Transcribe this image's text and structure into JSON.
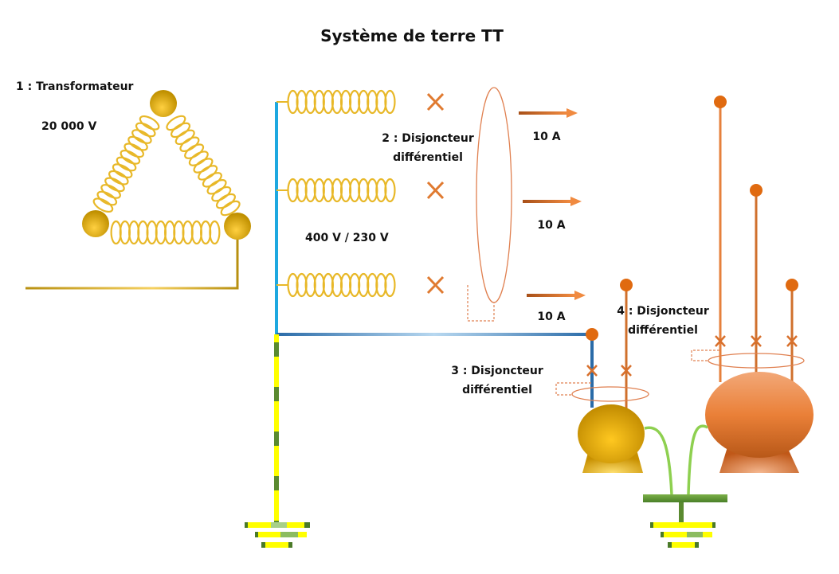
{
  "title": "Système de terre TT",
  "labels": {
    "transformer": "1 : Transformateur",
    "primary_voltage": "20 000 V",
    "secondary_voltage": "400 V / 230 V",
    "breaker2_line1": "2 : Disjoncteur",
    "breaker2_line2": "différentiel",
    "breaker3_line1": "3 : Disjoncteur",
    "breaker3_line2": "différentiel",
    "breaker4_line1": "4 : Disjoncteur",
    "breaker4_line2": "différentiel",
    "current1": "10 A",
    "current2": "10 A",
    "current3": "10 A"
  },
  "colors": {
    "coil_gold": "#E8B828",
    "phase_copper": "#E07A30",
    "phase_dark": "#B0561E",
    "neutral_blue": "#1EA8E0",
    "neutral_dark": "#2A6BA8",
    "node_orange": "#E06A10",
    "earth_yellow": "#FFFF00",
    "earth_green": "#5A8A30",
    "load_gold": "#E8B000",
    "load_orange": "#EE8A48",
    "pe_green": "#8ED050"
  }
}
